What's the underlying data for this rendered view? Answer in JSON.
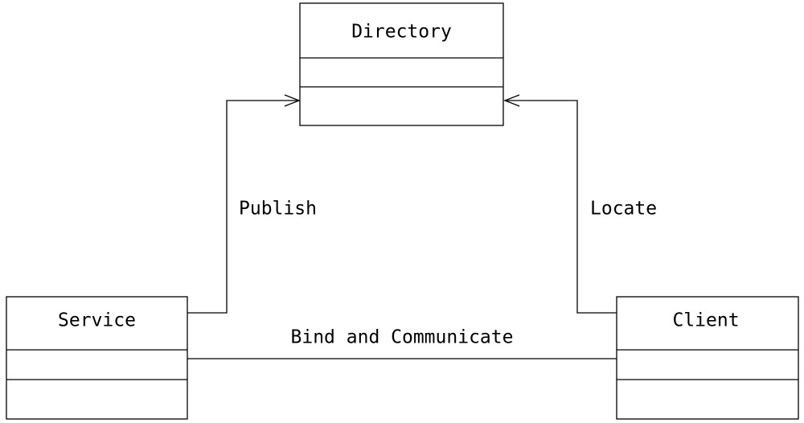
{
  "diagram": {
    "type": "uml-class-diagram",
    "colors": {
      "stroke": "#000000",
      "background": "#ffffff",
      "text": "#000000"
    },
    "classes": {
      "directory": {
        "name": "Directory"
      },
      "service": {
        "name": "Service"
      },
      "client": {
        "name": "Client"
      }
    },
    "relationships": {
      "publish": {
        "label": "Publish",
        "from": "Service",
        "to": "Directory",
        "style": "open-arrow"
      },
      "locate": {
        "label": "Locate",
        "from": "Client",
        "to": "Directory",
        "style": "open-arrow"
      },
      "bind": {
        "label": "Bind and Communicate",
        "from": "Service",
        "to": "Client",
        "style": "plain-line"
      }
    }
  }
}
